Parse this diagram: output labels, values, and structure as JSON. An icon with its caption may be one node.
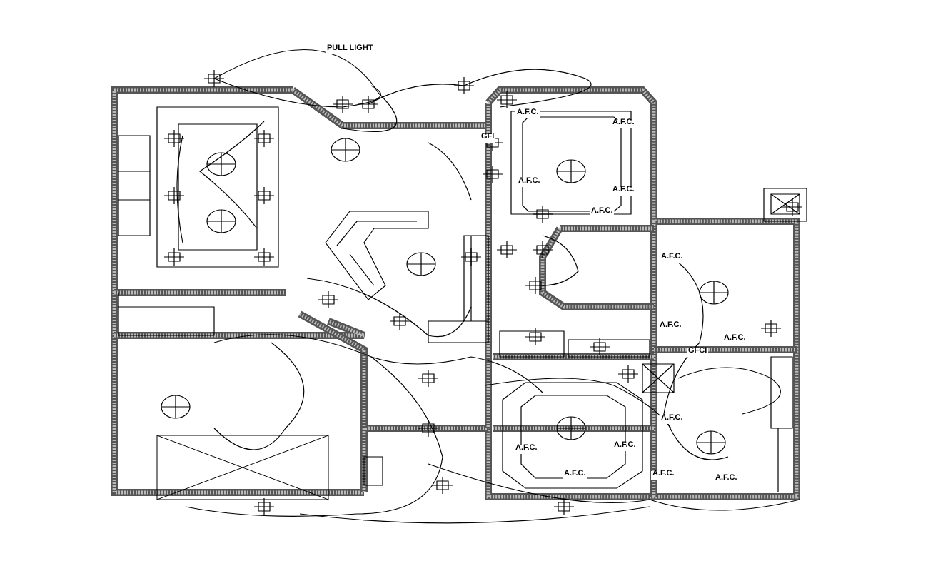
{
  "diagram": {
    "labels": [
      "PULL LIGHT",
      "GFI",
      "A.F.C.",
      "A.F.C.",
      "A.F.C.",
      "A.F.C.",
      "A.F.C.",
      "A.F.C.",
      "A.F.C.",
      "GFCI",
      "A.F.C.",
      "A.F.C.",
      "A.F.C.",
      "A.F.C.",
      "A.F.C.",
      "A.F.C.",
      "A.F.C."
    ]
  }
}
